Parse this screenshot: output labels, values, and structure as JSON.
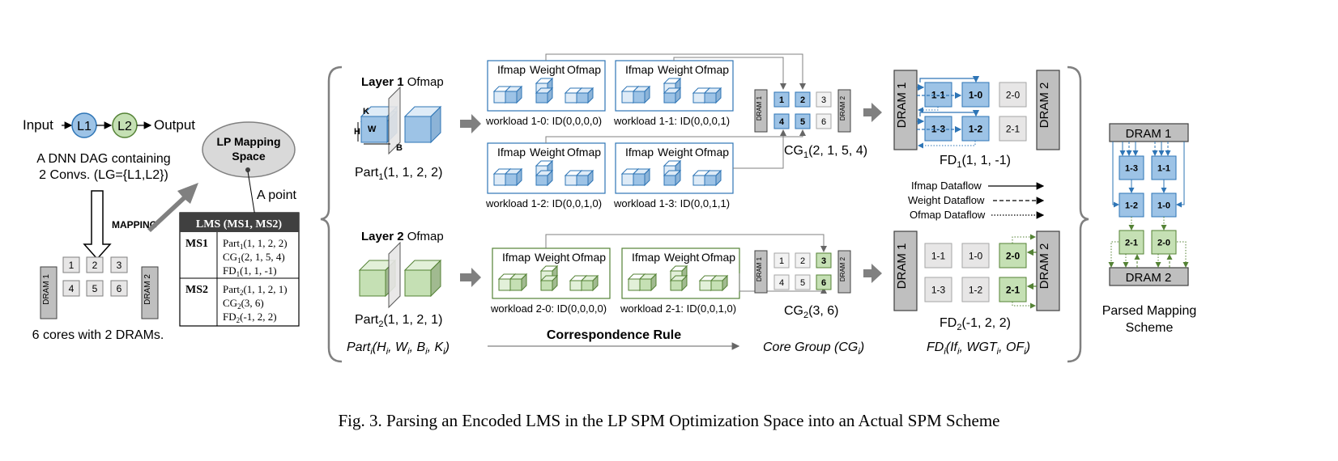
{
  "caption": "Fig. 3.  Parsing an Encoded LMS in the LP SPM Optimization Space into an Actual SPM Scheme",
  "colors": {
    "blue_fill": "#9dc3e6",
    "blue_dark": "#2e75b6",
    "blue_light": "#deebf7",
    "green_fill": "#c5e0b4",
    "green_dark": "#548235",
    "green_light": "#e2f0d9",
    "gray_fill": "#d9d9d9",
    "gray_dark": "#808080",
    "dram_fill": "#bfbfbf",
    "header_fill": "#404040"
  },
  "dag": {
    "input": "Input",
    "n1": "L1",
    "n2": "L2",
    "output": "Output",
    "desc1": "A DNN DAG containing",
    "desc2": "2 Convs. (LG={L1,L2})",
    "mapping": "MAPPING"
  },
  "lp_space": {
    "line1": "LP Mapping",
    "line2": "Space",
    "point": "A point"
  },
  "hw": {
    "dram1": "DRAM 1",
    "dram2": "DRAM 2",
    "cores": [
      "1",
      "2",
      "3",
      "4",
      "5",
      "6"
    ],
    "caption": "6 cores with 2 DRAMs."
  },
  "lms": {
    "header": "LMS (MS1, MS2)",
    "ms1": {
      "label": "MS1",
      "part": [
        "Part",
        "1",
        "(1, 1, 2, 2)"
      ],
      "cg": [
        "CG",
        "1",
        "(2, 1, 5, 4)"
      ],
      "fd": [
        "FD",
        "1",
        "(1, 1, -1)"
      ]
    },
    "ms2": {
      "label": "MS2",
      "part": [
        "Part",
        "2",
        "(1, 1, 2, 1)"
      ],
      "cg": [
        "CG",
        "2",
        "(3, 6)"
      ],
      "fd": [
        "FD",
        "2",
        "(-1, 2, 2)"
      ]
    }
  },
  "layer1": {
    "title_bold": "Layer 1",
    "title_rest": " Ofmap",
    "dims": {
      "k": "K",
      "w": "W",
      "h": "H",
      "b": "B"
    },
    "part": [
      "Part",
      "1",
      "(1, 1, 2, 2)"
    ],
    "workloads": [
      {
        "header": [
          "Ifmap",
          "Weight",
          "Ofmap"
        ],
        "label": "workload 1-0: ID(0,0,0,0)"
      },
      {
        "header": [
          "Ifmap",
          "Weight",
          "Ofmap"
        ],
        "label": "workload 1-1: ID(0,0,0,1)"
      },
      {
        "header": [
          "Ifmap",
          "Weight",
          "Ofmap"
        ],
        "label": "workload 1-2: ID(0,0,1,0)"
      },
      {
        "header": [
          "Ifmap",
          "Weight",
          "Ofmap"
        ],
        "label": "workload 1-3: ID(0,0,1,1)"
      }
    ],
    "cg": [
      "CG",
      "1",
      "(2, 1, 5, 4)"
    ],
    "fd": [
      "FD",
      "1",
      "(1, 1, -1)"
    ],
    "fd_cores": [
      "1-1",
      "1-0",
      "2-0",
      "1-3",
      "1-2",
      "2-1"
    ]
  },
  "layer2": {
    "title_bold": "Layer 2",
    "title_rest": " Ofmap",
    "part": [
      "Part",
      "2",
      "(1, 1, 2, 1)"
    ],
    "workloads": [
      {
        "header": [
          "Ifmap",
          "Weight",
          "Ofmap"
        ],
        "label": "workload 2-0: ID(0,0,0,0)"
      },
      {
        "header": [
          "Ifmap",
          "Weight",
          "Ofmap"
        ],
        "label": "workload 2-1: ID(0,0,1,0)"
      }
    ],
    "cg": [
      "CG",
      "2",
      "(3, 6)"
    ],
    "fd": [
      "FD",
      "2",
      "(-1, 2, 2)"
    ],
    "fd_cores": [
      "1-1",
      "1-0",
      "2-0",
      "1-3",
      "1-2",
      "2-1"
    ]
  },
  "legend": {
    "ifmap": "Ifmap Dataflow",
    "weight": "Weight Dataflow",
    "ofmap": "Ofmap Dataflow"
  },
  "rule": {
    "part": [
      "Part",
      "i",
      "(H",
      "i",
      ", W",
      "i",
      ", B",
      "i",
      ", K",
      "i",
      ")"
    ],
    "title": "Correspondence Rule",
    "cg": [
      "Core Group (CG",
      "i",
      ")"
    ],
    "fd": [
      "FD",
      "i",
      "(If",
      "i",
      ", WGT",
      "i",
      ", OF",
      "i",
      ")"
    ]
  },
  "parsed": {
    "dram1": "DRAM 1",
    "dram2": "DRAM 2",
    "cores": [
      "1-3",
      "1-1",
      "1-2",
      "1-0",
      "2-1",
      "2-0"
    ],
    "caption1": "Parsed Mapping",
    "caption2": "Scheme"
  }
}
